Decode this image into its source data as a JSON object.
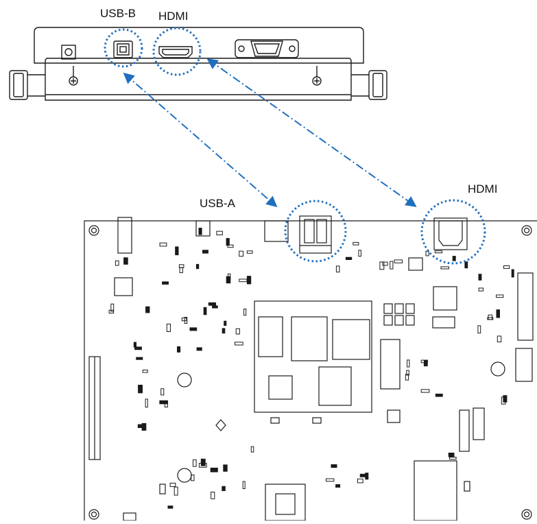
{
  "labels": {
    "usb_b": "USB-B",
    "hdmi_top": "HDMI",
    "usb_a": "USB-A",
    "hdmi_board": "HDMI"
  },
  "colors": {
    "line": "#1a1a1a",
    "callout": "#1f6fbf"
  },
  "connections": [
    {
      "from": "usb-b-port",
      "to": "usb-a-port"
    },
    {
      "from": "hdmi-top-port",
      "to": "hdmi-board-port"
    }
  ]
}
